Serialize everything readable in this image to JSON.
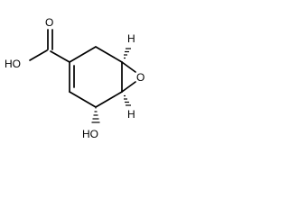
{
  "labels": {
    "carboxylic_acid_oh": "HO",
    "carbonyl_oxygen": "O",
    "epoxide_oxygen": "O",
    "hydroxyl": "HO",
    "hydrogen_top": "H",
    "hydrogen_bottom": "H"
  },
  "colors": {
    "bond": "#000000",
    "text": "#000000",
    "background": "#ffffff"
  }
}
